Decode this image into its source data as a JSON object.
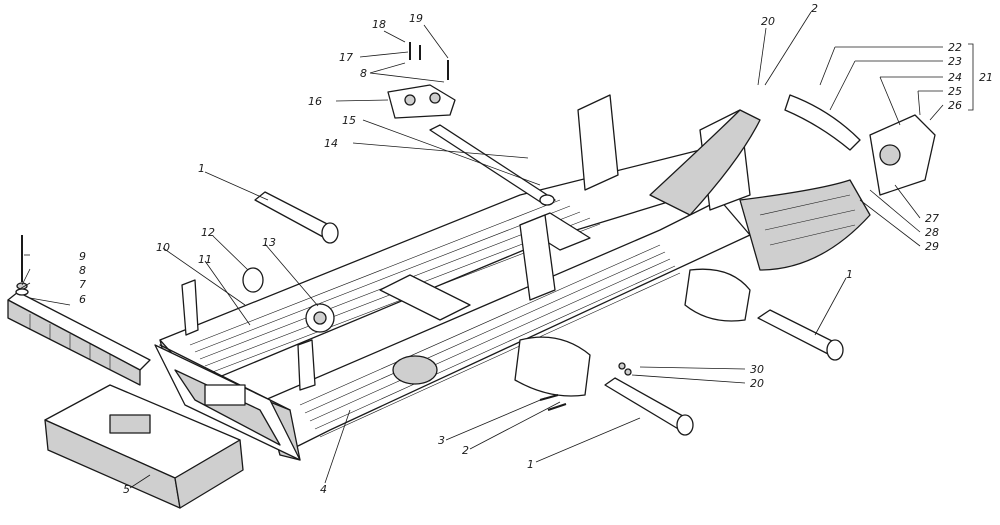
{
  "labels": {
    "l1a": "1",
    "l1b": "1",
    "l1c": "1",
    "l2a": "2",
    "l2b": "2",
    "l3": "3",
    "l4": "4",
    "l5": "5",
    "l6": "6",
    "l7": "7",
    "l8a": "8",
    "l8b": "8",
    "l9": "9",
    "l10": "10",
    "l11": "11",
    "l12": "12",
    "l13": "13",
    "l14": "14",
    "l15": "15",
    "l16": "16",
    "l17": "17",
    "l18": "18",
    "l19": "19",
    "l20a": "20",
    "l20b": "20",
    "l21": "21",
    "l22": "22",
    "l23": "23",
    "l24": "24",
    "l25": "25",
    "l26": "26",
    "l27": "27",
    "l28": "28",
    "l29": "29",
    "l30": "30"
  },
  "colors": {
    "ink": "#1a1a1a",
    "paper": "#ffffff",
    "shade": "#cfcfcf"
  }
}
